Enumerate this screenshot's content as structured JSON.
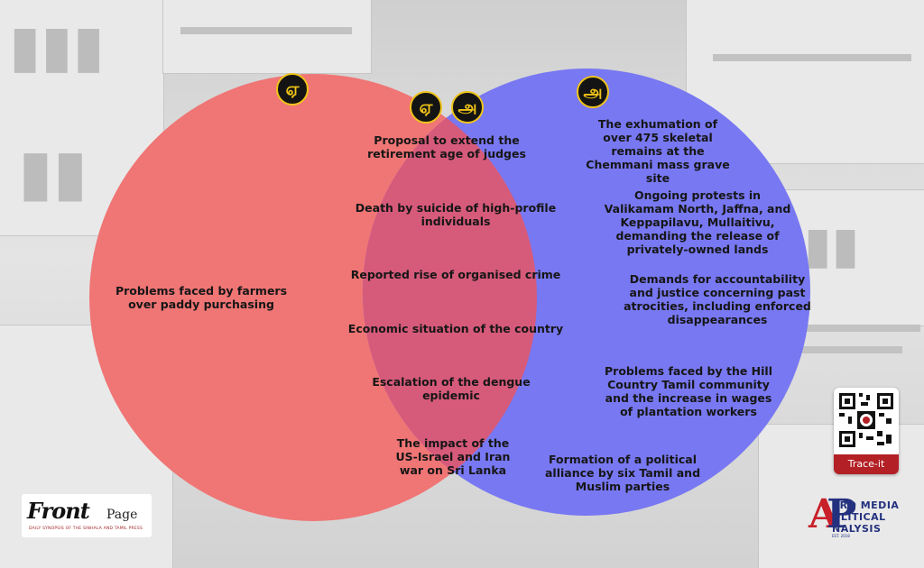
{
  "diagram": {
    "left_circle_color": "#f07575",
    "right_circle_color": "#7878f2",
    "overlap_color": "#d65a7a"
  },
  "badges": {
    "left": "ஏ",
    "center_left": "ஏ",
    "center_right": "அ",
    "right": "அ"
  },
  "left_items": [
    "Problems faced by farmers over paddy purchasing"
  ],
  "common_items": [
    "Proposal to extend the retirement age of judges",
    "Death by suicide of high-profile individuals",
    "Reported rise of organised crime",
    "Economic situation of the country",
    "Escalation of the dengue epidemic",
    "The impact of the US-Israel and Iran war on Sri Lanka"
  ],
  "right_items": [
    "The exhumation of over 475 skeletal remains at the Chemmani mass grave site",
    "Ongoing protests in Valikamam North, Jaffna, and Keppapilavu, Mullaitivu, demanding the release of privately-owned lands",
    "Demands for accountability and justice concerning past atrocities, including enforced disappearances",
    "Problems faced by the Hill Country Tamil community and the increase in wages of plantation workers",
    "Formation of a political alliance by six Tamil and Muslim parties"
  ],
  "qr": {
    "caption": "Trace-it"
  },
  "logos": {
    "frontpage_front": "Front",
    "frontpage_page": "Page",
    "frontpage_tagline": "DAILY SYNOPSIS OF THE SINHALA AND TAMIL PRESS",
    "amp_mark_a": "A",
    "amp_mark_p": "P",
    "amp_line1": "CRO MEDIA",
    "amp_line2": "OLITICAL",
    "amp_line3": "NALYSIS",
    "amp_est": "EST. 2018"
  }
}
